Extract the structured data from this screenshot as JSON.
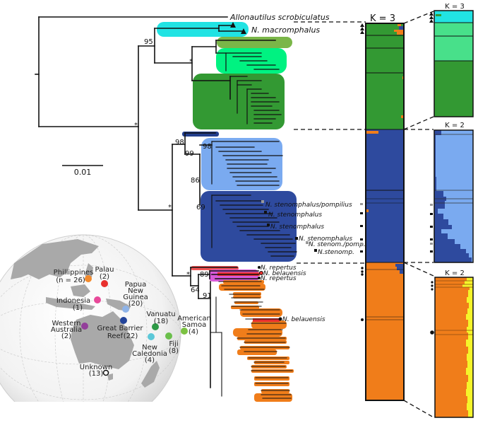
{
  "figure": {
    "scale_bar_label": "0.01",
    "outgroup_label": "Allonautilus scrobiculatus",
    "taxon_labels": {
      "macromphalus": "N. macromphalus",
      "sten_pomp_1": "N. stenomphalus/pompilius",
      "sten_1": "N. stenomphalus",
      "sten_2": "N. stenomphalus",
      "sten_3": "N. stenomphalus",
      "sten_pomp_2": "N. stenom./pomp.",
      "sten_4": "N.stenomp.",
      "repertus_1": "N. repertus",
      "belauensis_1": "N. belauensis",
      "repertus_2": "N. repertus",
      "belauensis_2": "N. belauensis"
    },
    "support_values": {
      "n95": "95",
      "n98a": "98",
      "n99": "99",
      "n98b": "98",
      "n86": "86",
      "n69": "69",
      "n89": "89",
      "n64": "64",
      "n91": "91",
      "star": "*"
    },
    "clades": [
      {
        "name": "macromphalus",
        "color": "#21e3e3"
      },
      {
        "name": "olive",
        "color": "#7ab648"
      },
      {
        "name": "light-green",
        "color": "#00f281"
      },
      {
        "name": "dark-green",
        "color": "#339933"
      },
      {
        "name": "navy-small",
        "color": "#223e8c"
      },
      {
        "name": "light-blue",
        "color": "#7aaaf0"
      },
      {
        "name": "dark-blue",
        "color": "#2e4a9e"
      },
      {
        "name": "red",
        "color": "#f25555"
      },
      {
        "name": "magenta",
        "color": "#d95ad9"
      },
      {
        "name": "orange",
        "color": "#f07d1a"
      }
    ],
    "structure_main": {
      "label": "K = 3"
    },
    "structure_insets": [
      {
        "label": "K = 3",
        "colors": [
          "#21e3e3",
          "#48e08a",
          "#339933"
        ]
      },
      {
        "label": "K = 2",
        "colors": [
          "#2e4a9e",
          "#7aaaf0"
        ]
      },
      {
        "label": "K = 2",
        "colors": [
          "#f07d1a",
          "#f5f52a"
        ]
      }
    ],
    "map": {
      "locations": [
        {
          "name": "Phillippines",
          "count": "(n = 26)",
          "color": "#f28a2c"
        },
        {
          "name": "Palau",
          "count": "(2)",
          "color": "#e8302e"
        },
        {
          "name": "Indonesia",
          "count": "(1)",
          "color": "#e84a9a"
        },
        {
          "name": "Papua New Guinea",
          "line1": "Papua",
          "line2": "New",
          "line3": "Guinea",
          "count": "(20)",
          "color": "#8fb4e8"
        },
        {
          "name": "Western Australia",
          "line1": "Western",
          "line2": "Australia",
          "count": "(2)",
          "color": "#933f9a"
        },
        {
          "name": "Great Barrier Reef",
          "line1": "Great Barrier",
          "line2": "Reef",
          "count": "(22)",
          "color": "#23449a"
        },
        {
          "name": "Vanuatu",
          "count": "(18)",
          "color": "#2e9a46"
        },
        {
          "name": "American Samoa",
          "line1": "American",
          "line2": "Samoa",
          "count": "(4)",
          "color": "#7cc242"
        },
        {
          "name": "New Caledonia",
          "line1": "New",
          "line2": "Caledonia",
          "count": "(4)",
          "color": "#5cc8d8"
        },
        {
          "name": "Fiji",
          "count": "(8)",
          "color": "#6abf4b"
        },
        {
          "name": "Unknown",
          "count": "(13)",
          "color": "#ffffff"
        }
      ]
    }
  }
}
